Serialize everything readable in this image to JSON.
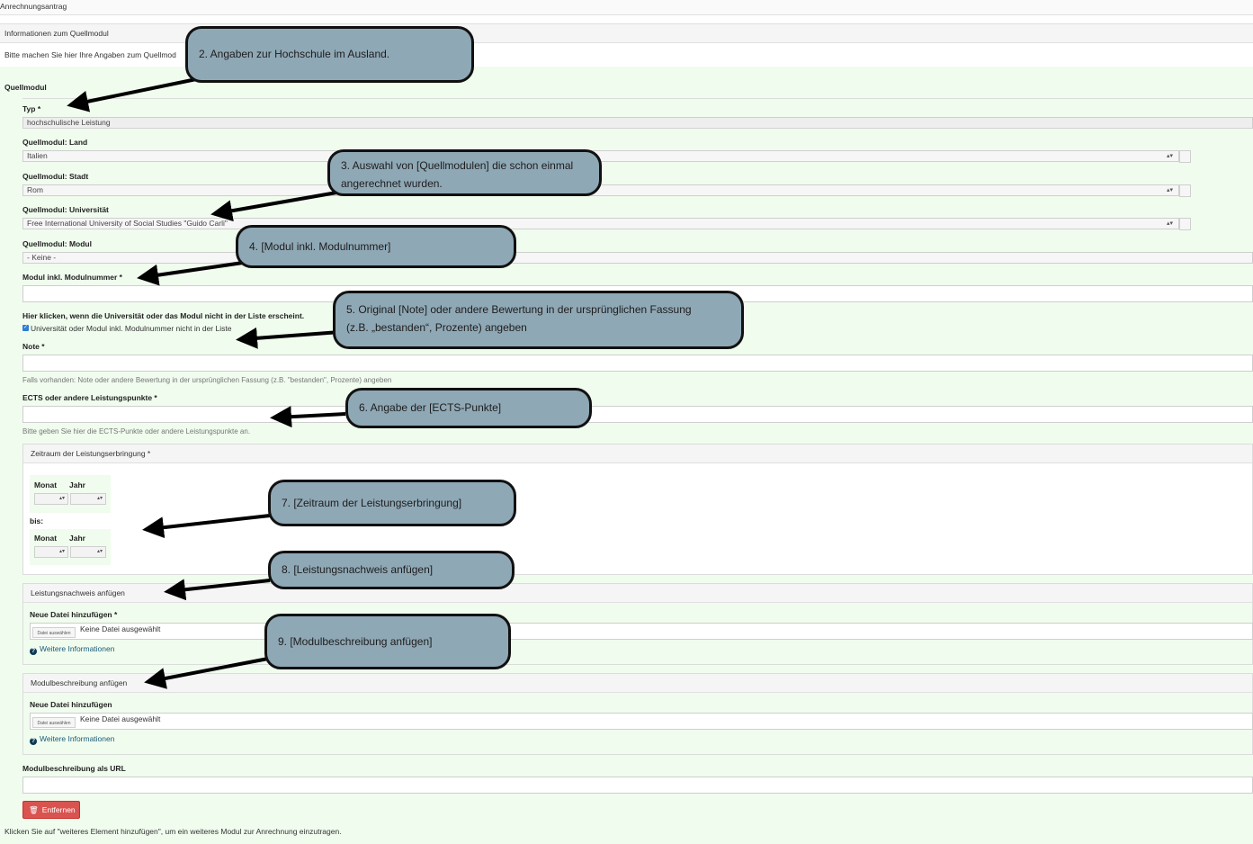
{
  "page": {
    "title": "Anrechnungsantrag",
    "section_header": "Informationen zum Quellmodul",
    "intro_text": "Bitte machen Sie hier Ihre Angaben zum Quellmod",
    "group_title": "Quellmodul",
    "footer_text": "Klicken Sie auf \"weiteres Element hinzufügen\", um ein weiteres Modul zur Anrechnung einzutragen."
  },
  "form": {
    "typ": {
      "label": "Typ *",
      "value": "hochschulische Leistung"
    },
    "land": {
      "label": "Quellmodul: Land",
      "value": "Italien"
    },
    "stadt": {
      "label": "Quellmodul: Stadt",
      "value": "Rom"
    },
    "universitaet": {
      "label": "Quellmodul: Universität",
      "value": "Free International University of Social Studies \"Guido Carli\""
    },
    "modul": {
      "label": "Quellmodul: Modul",
      "value": "- Keine -"
    },
    "modulnummer": {
      "label": "Modul inkl. Modulnummer *",
      "value": ""
    },
    "not_in_list": {
      "heading": "Hier klicken, wenn die Universität oder das Modul nicht in der Liste erscheint.",
      "checkbox_label": "Universität oder Modul inkl. Modulnummer nicht in der Liste",
      "checked": true
    },
    "note": {
      "label": "Note *",
      "value": "",
      "help": "Falls vorhanden: Note oder andere Bewertung in der ursprünglichen Fassung (z.B. \"bestanden\", Prozente) angeben"
    },
    "ects": {
      "label": "ECTS oder andere Leistungspunkte *",
      "value": "",
      "help": "Bitte geben Sie hier die ECTS-Punkte oder andere Leistungspunkte an."
    },
    "zeitraum": {
      "legend": "Zeitraum der Leistungserbringung *",
      "monat_label": "Monat",
      "jahr_label": "Jahr",
      "bis_label": "bis:"
    },
    "leistungsnachweis": {
      "legend": "Leistungsnachweis anfügen",
      "file_label": "Neue Datei hinzufügen *",
      "button": "Datei auswählen",
      "status": "Keine Datei ausgewählt",
      "info_link": "Weitere Informationen"
    },
    "modulbeschreibung": {
      "legend": "Modulbeschreibung anfügen",
      "file_label": "Neue Datei hinzufügen",
      "button": "Datei auswählen",
      "status": "Keine Datei ausgewählt",
      "info_link": "Weitere Informationen"
    },
    "url": {
      "label": "Modulbeschreibung als URL",
      "value": ""
    },
    "remove_button": "Entfernen"
  },
  "callouts": {
    "c2": "2. Angaben zur Hochschule im Ausland.",
    "c3_line1": "3. Auswahl von [Quellmodulen] die schon einmal",
    "c3_line2": "angerechnet wurden.",
    "c4": "4. [Modul inkl. Modulnummer]",
    "c5_line1": "5. Original [Note] oder andere Bewertung in der ursprünglichen Fassung",
    "c5_line2": "(z.B. „bestanden“, Prozente) angeben",
    "c6": "6. Angabe der [ECTS-Punkte]",
    "c7": "7. [Zeitraum der Leistungserbringung]",
    "c8": "8. [Leistungsnachweis anfügen]",
    "c9": "9. [Modulbeschreibung anfügen]"
  },
  "colors": {
    "form_background": "#f0fcee",
    "callout": "#8fa8b5",
    "remove_button": "#d9534f"
  },
  "icons": {
    "trash": "trash-icon",
    "info": "info-circle-icon",
    "select_arrow": "updown-arrow-icon"
  }
}
